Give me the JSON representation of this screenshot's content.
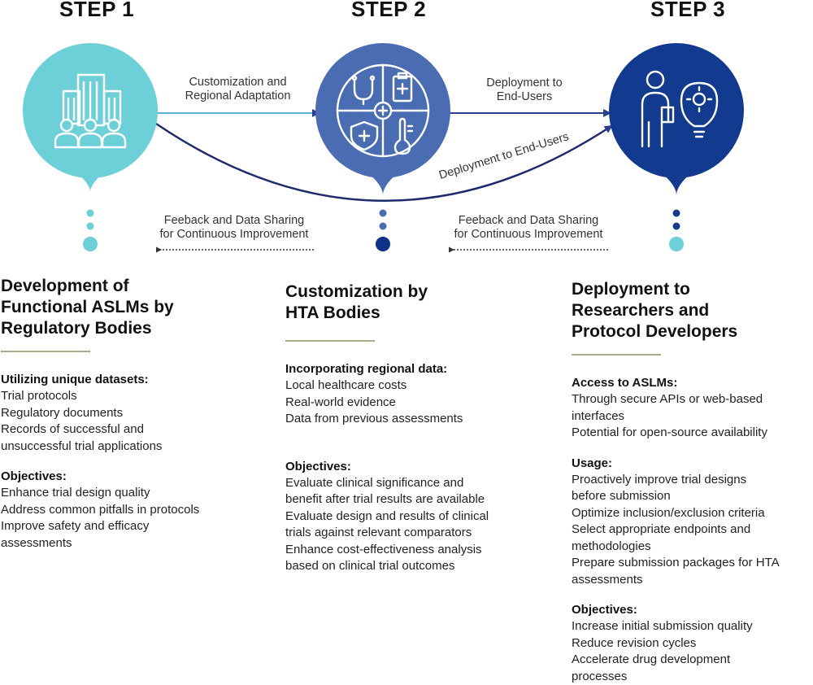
{
  "steps": [
    {
      "label": "STEP 1"
    },
    {
      "label": "STEP 2"
    },
    {
      "label": "STEP 3"
    }
  ],
  "flows": {
    "step1_to_step2": [
      "Customization and",
      "Regional Adaptation"
    ],
    "step2_to_step3": [
      "Deployment to",
      "End-Users"
    ],
    "step1_to_step3": "Deployment to  End-Users",
    "feedback_2_to_1": [
      "Feeback and Data Sharing",
      "for Continuous Improvement"
    ],
    "feedback_3_to_2": [
      "Feeback and Data Sharing",
      "for Continuous Improvement"
    ]
  },
  "icons": [
    "building-people-icon",
    "healthcare-icon",
    "researcher-idea-icon"
  ],
  "colors": {
    "step1": "#6dcfd8",
    "step1_dark": "#4fbfca",
    "step2": "#4a6cb3",
    "step2_dark": "#3d5ea8",
    "step3": "#123b8f",
    "step3_dark": "#0e3285",
    "divider": "#a6ad8a"
  },
  "columns": [
    {
      "title": [
        "Development of",
        "Functional ASLMs by",
        "Regulatory Bodies"
      ],
      "sections": [
        {
          "heading": "Utilizing unique datasets:",
          "items": [
            "Trial protocols",
            "Regulatory documents",
            "Records of successful and",
            "unsuccessful trial applications"
          ]
        },
        {
          "heading": "Objectives:",
          "items": [
            "Enhance trial design quality",
            "Address common pitfalls in protocols",
            "Improve safety and efficacy",
            "assessments"
          ]
        }
      ]
    },
    {
      "title": [
        "Customization by",
        "HTA Bodies"
      ],
      "sections": [
        {
          "heading": "Incorporating regional data:",
          "items": [
            "Local healthcare costs",
            "Real-world evidence",
            "Data from previous assessments"
          ]
        },
        {
          "heading": "Objectives:",
          "items": [
            "Evaluate clinical significance and",
            "benefit after trial results are available",
            "Evaluate design and results of clinical",
            "trials against relevant comparators",
            "Enhance cost-effectiveness analysis",
            "based on clinical trial outcomes"
          ]
        }
      ]
    },
    {
      "title": [
        "Deployment to",
        "Researchers and",
        "Protocol Developers"
      ],
      "sections": [
        {
          "heading": "Access to ASLMs:",
          "items": [
            "Through secure APIs or web-based",
            "interfaces",
            "Potential for open-source availability"
          ]
        },
        {
          "heading": "Usage:",
          "items": [
            "Proactively improve trial designs",
            "before submission",
            "Optimize inclusion/exclusion criteria",
            "Select appropriate endpoints and",
            "methodologies",
            "Prepare submission packages for HTA",
            "assessments"
          ]
        },
        {
          "heading": "Objectives:",
          "items": [
            "Increase initial submission quality",
            "Reduce revision cycles",
            "Accelerate drug development",
            "processes"
          ]
        }
      ]
    }
  ]
}
